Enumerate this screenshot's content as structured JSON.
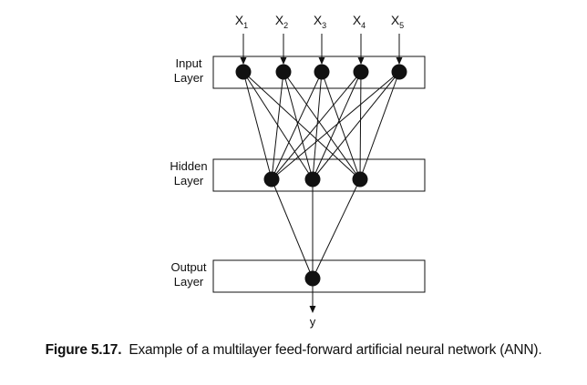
{
  "diagram": {
    "inputs": [
      {
        "base": "X",
        "sub": "1"
      },
      {
        "base": "X",
        "sub": "2"
      },
      {
        "base": "X",
        "sub": "3"
      },
      {
        "base": "X",
        "sub": "4"
      },
      {
        "base": "X",
        "sub": "5"
      }
    ],
    "layers": [
      {
        "id": "input",
        "label_lines": [
          "Input",
          "Layer"
        ],
        "node_count": 5
      },
      {
        "id": "hidden",
        "label_lines": [
          "Hidden",
          "Layer"
        ],
        "node_count": 3
      },
      {
        "id": "output",
        "label_lines": [
          "Output",
          "Layer"
        ],
        "node_count": 1
      }
    ],
    "output_label": "y",
    "colors": {
      "ink": "#111111",
      "box_fill": "#ffffff"
    }
  },
  "caption": {
    "figure_number": "Figure 5.17.",
    "text": "Example of a multilayer feed-forward artificial neural network (ANN)."
  }
}
